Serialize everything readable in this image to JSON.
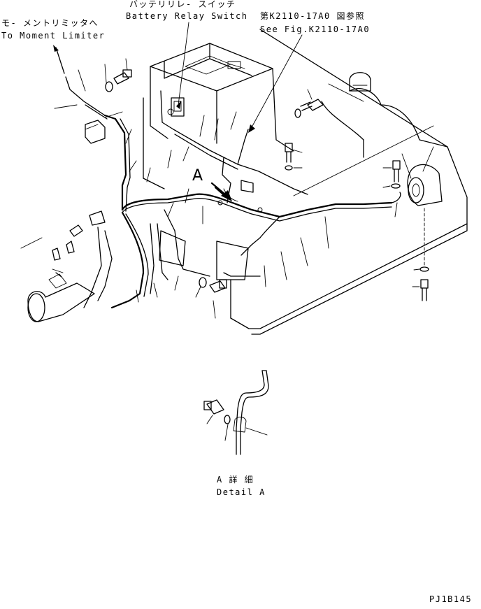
{
  "labels": {
    "moment_limiter_jp": "モ- メントリミッタへ",
    "moment_limiter_en": "To Moment Limiter",
    "battery_relay_jp": "バッテリリレ- スイッチ",
    "battery_relay_en": "Battery Relay Switch",
    "see_fig_jp": "第K2110-17A0 図参照",
    "see_fig_en": "See Fig.K2110-17A0",
    "view_marker": "A",
    "detail_jp": "A 詳 細",
    "detail_en": "Detail A",
    "drawing_number": "PJ1B145"
  }
}
